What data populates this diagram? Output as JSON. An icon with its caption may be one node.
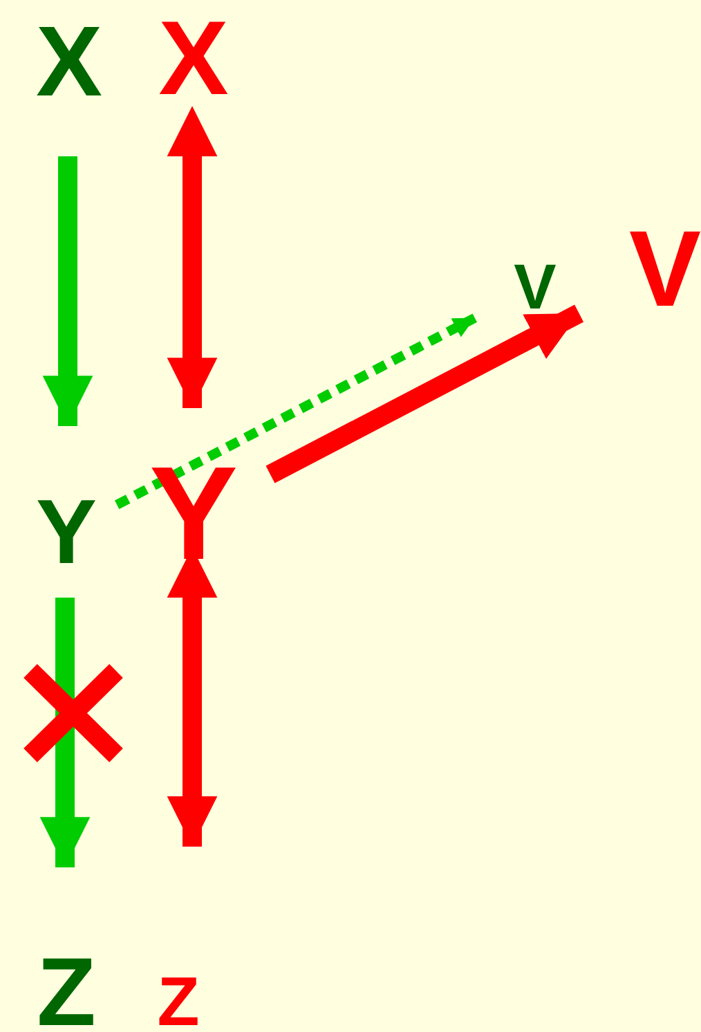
{
  "diagram": {
    "nodes": [
      {
        "text": [
          "X"
        ]
      },
      {
        "text": [
          "X"
        ]
      },
      {
        "text": [
          "V"
        ]
      },
      {
        "text": [
          "V"
        ]
      },
      {
        "text": [
          "Y"
        ]
      },
      {
        "text": [
          "Y"
        ]
      },
      {
        "text": [
          "Z"
        ]
      },
      {
        "text": [
          "Z"
        ]
      }
    ],
    "edges": [
      {
        "from": 0,
        "to": 4,
        "arrow": "to",
        "color": "#00cc00"
      },
      {
        "from": 1,
        "to": 5,
        "arrow": "both",
        "color": "#ff0000"
      },
      {
        "from": 4,
        "to": 2,
        "arrow": "to",
        "style": "dashed",
        "color": "#00cc00"
      },
      {
        "from": 5,
        "to": 3,
        "arrow": "to",
        "color": "#ff0000"
      },
      {
        "from": 4,
        "to": 6,
        "arrow": "to",
        "color": "#00cc00"
      },
      {
        "from": 5,
        "to": 7,
        "arrow": "both",
        "color": "#ff0000"
      }
    ]
  }
}
